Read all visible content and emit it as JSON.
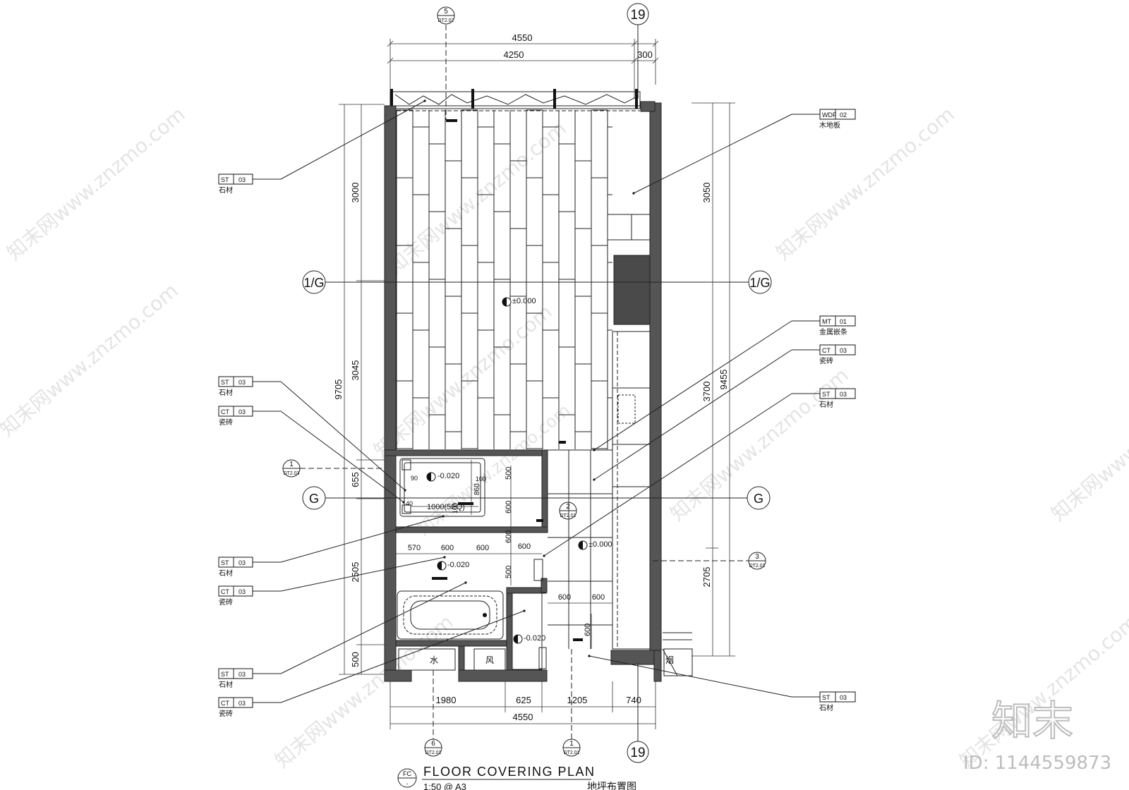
{
  "drawing": {
    "title": "FLOOR COVERING PLAN",
    "title_cn": "地坪布置图",
    "scale": "1:50 @ A3",
    "title_tag": "FC",
    "title_tag_sub": "-"
  },
  "grid": {
    "col_top": "19",
    "col_bottom": "19",
    "row_upper": "1/G",
    "row_lower": "G"
  },
  "sections": {
    "top": {
      "num": "5",
      "ref": "DT2.02"
    },
    "left": {
      "num": "1",
      "ref": "DT2.03"
    },
    "center": {
      "num": "2",
      "ref": "DT2.01"
    },
    "right": {
      "num": "3",
      "ref": "DT2.01"
    },
    "bottom_left": {
      "num": "6",
      "ref": "DT2.01"
    },
    "bottom_center": {
      "num": "1",
      "ref": "DT2.01"
    }
  },
  "dimensions": {
    "top_total": "4550",
    "top_a": "4250",
    "top_b": "300",
    "bottom_total": "4550",
    "bottom_1": "1980",
    "bottom_2": "625",
    "bottom_3": "1205",
    "bottom_4": "740",
    "left_total": "9705",
    "left_1": "3000",
    "left_2": "3045",
    "left_3": "655",
    "left_4": "2505",
    "left_5": "500",
    "right_total": "9455",
    "right_1": "3050",
    "right_2": "3700",
    "right_3": "2705",
    "int_570": "570",
    "int_600a": "600",
    "int_600b": "600",
    "int_600c": "600",
    "int_600v1": "600",
    "int_600v2": "600",
    "int_500a": "500",
    "int_500b": "500",
    "int_600h1": "600",
    "int_600h2": "600",
    "int_600v3": "600",
    "shower_860": "860",
    "shower_1000": "1000(5EQ)",
    "shower_90": "90",
    "shower_100": "100",
    "shower_40": "40",
    "shower_100b": "100"
  },
  "levels": {
    "main": "±0.000",
    "corridor": "±0.000",
    "shower": "-0.020",
    "bath": "-0.020",
    "wc": "-0.020"
  },
  "rooms": {
    "water": "水",
    "wind": "风",
    "smoke": "烟"
  },
  "tags": [
    {
      "code": "WDF",
      "num": "02",
      "label": "木地板"
    },
    {
      "code": "MT",
      "num": "01",
      "label": "金属嵌条"
    },
    {
      "code": "CT",
      "num": "03",
      "label": "瓷砖"
    },
    {
      "code": "ST",
      "num": "03",
      "label": "石材"
    },
    {
      "code": "ST",
      "num": "03",
      "label": "石材"
    },
    {
      "code": "ST",
      "num": "03",
      "label": "石材"
    },
    {
      "code": "ST",
      "num": "03",
      "label": "石材"
    },
    {
      "code": "CT",
      "num": "03",
      "label": "瓷砖"
    },
    {
      "code": "ST",
      "num": "03",
      "label": "石材"
    },
    {
      "code": "CT",
      "num": "03",
      "label": "瓷砖"
    },
    {
      "code": "ST",
      "num": "03",
      "label": "石材"
    },
    {
      "code": "CT",
      "num": "03",
      "label": "瓷砖"
    }
  ],
  "watermark": {
    "brand": "知末",
    "id": "ID: 1144559873",
    "repeat": "知末网www.znzmo.com"
  }
}
